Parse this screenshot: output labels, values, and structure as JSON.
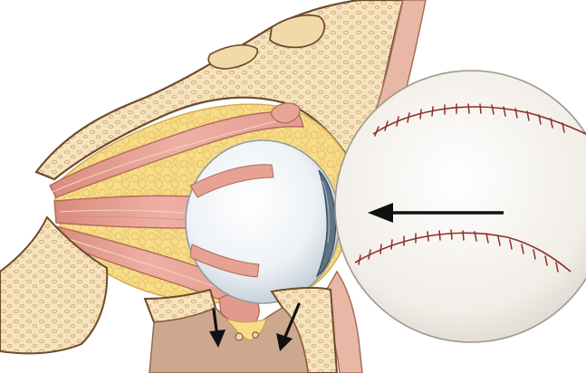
{
  "figure": {
    "colors": {
      "background": "#ffffff",
      "bone_fill": "#f6e3bd",
      "bone_outline": "#6e4a2c",
      "bone_pore": "#c9a877",
      "fat": "#f7dc8a",
      "fat_bubble": "#e9c765",
      "muscle": "#e9a99c",
      "muscle_dark": "#c97b6d",
      "muscle_streak": "#f5cbc2",
      "eyeball": "#f2f5f8",
      "eyeball_shade": "#c4cdd6",
      "cornea": "#5e7486",
      "baseball": "#f4f1ec",
      "baseball_shade": "#d3cec6",
      "stitches": "#8c2f26",
      "arrow": "#111111",
      "sinus_floor": "#cda88f"
    },
    "icons": [
      "orbital-bone",
      "orbital-fat",
      "extraocular-muscles",
      "eyeball",
      "baseball",
      "impact-arrow",
      "orbital-floor-fracture-arrows"
    ]
  }
}
